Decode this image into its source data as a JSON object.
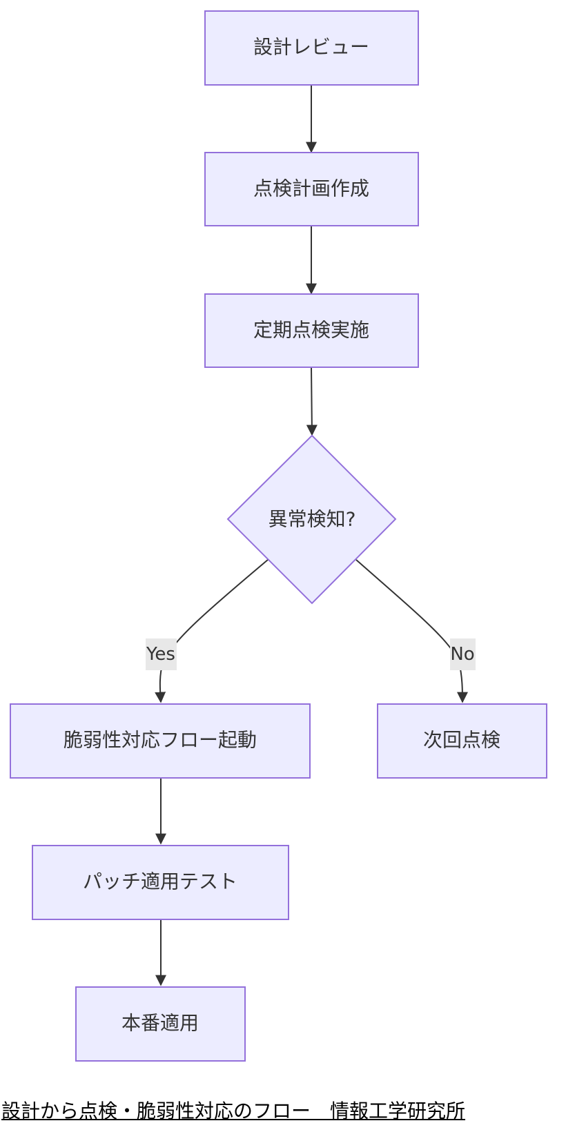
{
  "diagram": {
    "nodes": {
      "design_review": "設計レビュー",
      "inspection_plan": "点検計画作成",
      "periodic_inspection": "定期点検実施",
      "anomaly_check": "異常検知?",
      "vuln_response": "脆弱性対応フロー起動",
      "next_inspection": "次回点検",
      "patch_test": "パッチ適用テスト",
      "production_apply": "本番適用"
    },
    "edge_labels": {
      "yes": "Yes",
      "no": "No"
    }
  },
  "footer": {
    "caption": "設計から点検・脆弱性対応のフロー　情報工学研究所"
  },
  "colors": {
    "node_fill": "#ececff",
    "node_stroke": "#9370db",
    "edge": "#333333",
    "label_bg": "#e8e8e8"
  }
}
